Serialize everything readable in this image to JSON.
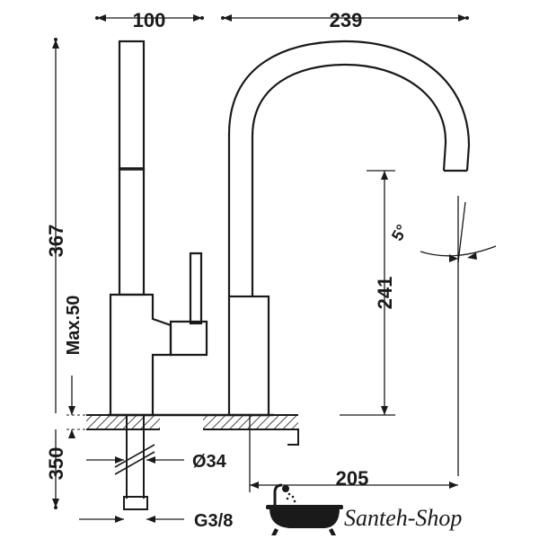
{
  "dimensions": {
    "width_body": "100",
    "spout_reach": "239",
    "total_height": "367",
    "max_deck": "Max.50",
    "spout_height": "241",
    "swivel_angle": "5°",
    "shank_length": "350",
    "shank_diameter": "Ø34",
    "pipe_thread": "G3/8",
    "outlet_offset": "205"
  },
  "logo": {
    "brand_text": "Santeh-Shop"
  }
}
